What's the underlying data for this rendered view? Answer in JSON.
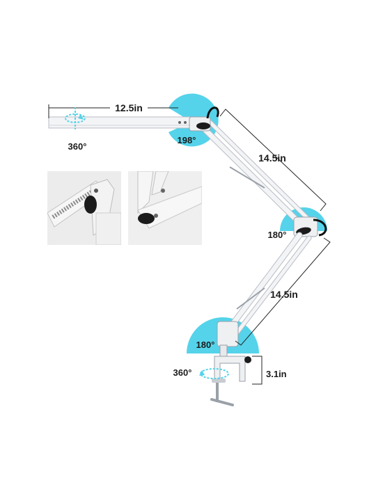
{
  "product": "swing-arm desk lamp dimension diagram",
  "colors": {
    "accent": "#55d3ea",
    "dim_line": "#222222",
    "arm": "#f3f4f6",
    "arm_edge": "#b8bcc4",
    "knob": "#1c1c1c"
  },
  "dimensions": {
    "head_length": "12.5in",
    "upper_arm": "14.5in",
    "lower_arm": "14.5in",
    "clamp_opening": "3.1in"
  },
  "angles": {
    "head_joint": "198°",
    "middle_joint": "180°",
    "base_joint": "180°",
    "head_rotation": "360°",
    "base_rotation": "360°"
  },
  "detail_images": [
    {
      "name": "joint-closeup-1",
      "icon": "knob-joint"
    },
    {
      "name": "joint-closeup-2",
      "icon": "knob-joint"
    }
  ]
}
